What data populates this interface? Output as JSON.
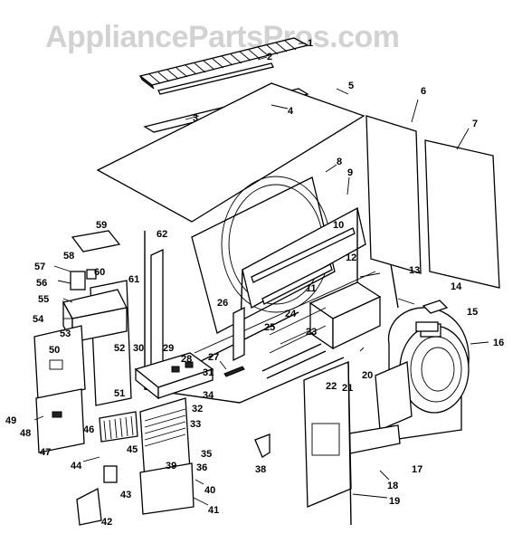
{
  "watermark": "AppliancePartsPros.com",
  "callouts": [
    {
      "id": "1",
      "text": "1"
    },
    {
      "id": "2",
      "text": "2"
    },
    {
      "id": "3",
      "text": "3"
    },
    {
      "id": "4",
      "text": "4"
    },
    {
      "id": "5",
      "text": "5"
    },
    {
      "id": "6",
      "text": "6"
    },
    {
      "id": "7",
      "text": "7"
    },
    {
      "id": "8",
      "text": "8"
    },
    {
      "id": "9",
      "text": "9"
    },
    {
      "id": "10",
      "text": "10"
    },
    {
      "id": "11",
      "text": "11"
    },
    {
      "id": "12",
      "text": "12"
    },
    {
      "id": "13",
      "text": "13"
    },
    {
      "id": "14",
      "text": "14"
    },
    {
      "id": "15",
      "text": "15"
    },
    {
      "id": "16",
      "text": "16"
    },
    {
      "id": "17",
      "text": "17"
    },
    {
      "id": "18",
      "text": "18"
    },
    {
      "id": "19",
      "text": "19"
    },
    {
      "id": "20",
      "text": "20"
    },
    {
      "id": "21",
      "text": "21"
    },
    {
      "id": "22",
      "text": "22"
    },
    {
      "id": "23",
      "text": "23"
    },
    {
      "id": "24",
      "text": "24"
    },
    {
      "id": "25",
      "text": "25"
    },
    {
      "id": "26",
      "text": "26"
    },
    {
      "id": "27",
      "text": "27"
    },
    {
      "id": "28",
      "text": "28"
    },
    {
      "id": "29",
      "text": "29"
    },
    {
      "id": "30",
      "text": "30"
    },
    {
      "id": "31",
      "text": "31"
    },
    {
      "id": "32",
      "text": "32"
    },
    {
      "id": "33",
      "text": "33"
    },
    {
      "id": "34",
      "text": "34"
    },
    {
      "id": "35",
      "text": "35"
    },
    {
      "id": "36",
      "text": "36"
    },
    {
      "id": "38",
      "text": "38"
    },
    {
      "id": "39",
      "text": "39"
    },
    {
      "id": "40",
      "text": "40"
    },
    {
      "id": "41",
      "text": "41"
    },
    {
      "id": "42",
      "text": "42"
    },
    {
      "id": "43",
      "text": "43"
    },
    {
      "id": "44",
      "text": "44"
    },
    {
      "id": "45",
      "text": "45"
    },
    {
      "id": "46",
      "text": "46"
    },
    {
      "id": "47",
      "text": "47"
    },
    {
      "id": "48",
      "text": "48"
    },
    {
      "id": "49",
      "text": "49"
    },
    {
      "id": "50",
      "text": "50"
    },
    {
      "id": "51",
      "text": "51"
    },
    {
      "id": "52",
      "text": "52"
    },
    {
      "id": "53",
      "text": "53"
    },
    {
      "id": "54",
      "text": "54"
    },
    {
      "id": "55",
      "text": "55"
    },
    {
      "id": "56",
      "text": "56"
    },
    {
      "id": "57",
      "text": "57"
    },
    {
      "id": "58",
      "text": "58"
    },
    {
      "id": "59",
      "text": "59"
    },
    {
      "id": "60",
      "text": "60"
    },
    {
      "id": "61",
      "text": "61"
    },
    {
      "id": "62",
      "text": "62"
    }
  ]
}
